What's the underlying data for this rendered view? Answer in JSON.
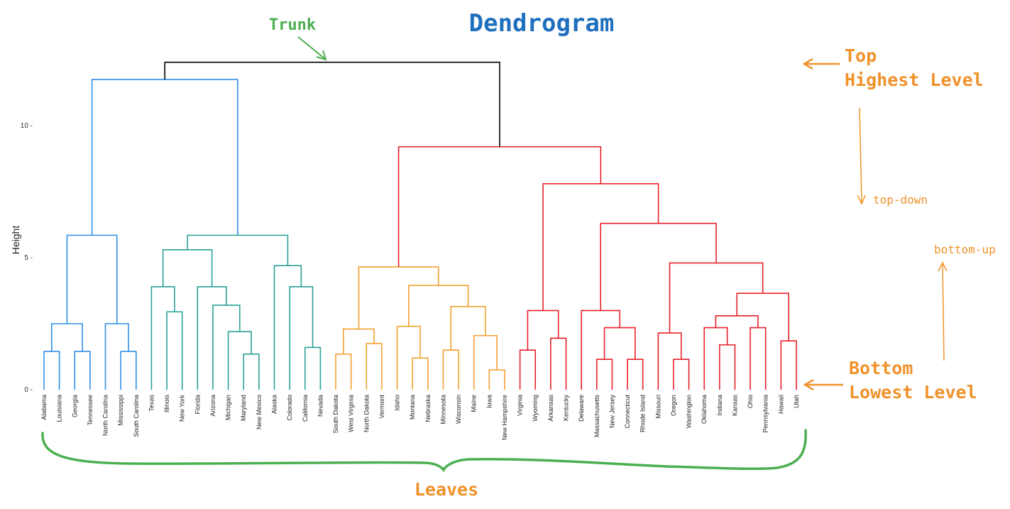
{
  "title": "Dendrogram",
  "annotations": {
    "trunk": "Trunk",
    "top": "Top",
    "highest_level": "Highest Level",
    "top_down": "top-down",
    "bottom_up": "bottom-up",
    "bottom": "Bottom",
    "lowest_level": "Lowest Level",
    "leaves": "Leaves"
  },
  "colors": {
    "title": "#1f6fbf",
    "green_annotation": "#4caf50",
    "orange_annotation": "#f0922a",
    "trunk_branch": "#000000",
    "cluster_blue": "#2f8fe6",
    "cluster_teal": "#2aa198",
    "cluster_orange": "#f4a030",
    "cluster_red": "#e8212a"
  },
  "chart_data": {
    "type": "dendrogram",
    "ylabel": "Height",
    "yticks": [
      0,
      5,
      10
    ],
    "ylim": [
      0,
      12.5
    ],
    "leaves": [
      "Alabama",
      "Louisiana",
      "Georgia",
      "Tennessee",
      "North Carolina",
      "Mississippi",
      "South Carolina",
      "Texas",
      "Illinois",
      "New York",
      "Florida",
      "Arizona",
      "Michigan",
      "Maryland",
      "New Mexico",
      "Alaska",
      "Colorado",
      "California",
      "Nevada",
      "South Dakota",
      "West Virginia",
      "North Dakota",
      "Vermont",
      "Idaho",
      "Montana",
      "Nebraska",
      "Minnesota",
      "Wisconsin",
      "Maine",
      "Iowa",
      "New Hampshire",
      "Virginia",
      "Wyoming",
      "Arkansas",
      "Kentucky",
      "Delaware",
      "Massachusetts",
      "New Jersey",
      "Connecticut",
      "Rhode Island",
      "Missouri",
      "Oregon",
      "Washington",
      "Oklahoma",
      "Indiana",
      "Kansas",
      "Ohio",
      "Pennsylvania",
      "Hawaii",
      "Utah"
    ],
    "merges": [
      {
        "a": "Alabama",
        "b": "Louisiana",
        "h": 1.45,
        "c": "blue"
      },
      {
        "a": "Georgia",
        "b": "Tennessee",
        "h": 1.45,
        "c": "blue"
      },
      {
        "a": 0,
        "b": 1,
        "h": 2.5,
        "c": "blue"
      },
      {
        "a": "Mississippi",
        "b": "South Carolina",
        "h": 1.45,
        "c": "blue"
      },
      {
        "a": "North Carolina",
        "b": 3,
        "h": 2.5,
        "c": "blue"
      },
      {
        "a": 2,
        "b": 4,
        "h": 5.85,
        "c": "blue"
      },
      {
        "a": "New York",
        "b": "Illinois",
        "h": 2.95,
        "c": "teal"
      },
      {
        "a": "Texas",
        "b": 6,
        "h": 3.9,
        "c": "teal"
      },
      {
        "a": "Maryland",
        "b": "New Mexico",
        "h": 1.35,
        "c": "teal"
      },
      {
        "a": "Michigan",
        "b": 8,
        "h": 2.2,
        "c": "teal"
      },
      {
        "a": "Arizona",
        "b": 9,
        "h": 3.2,
        "c": "teal"
      },
      {
        "a": "Florida",
        "b": 10,
        "h": 3.9,
        "c": "teal"
      },
      {
        "a": 7,
        "b": 11,
        "h": 5.3,
        "c": "teal"
      },
      {
        "a": "California",
        "b": "Nevada",
        "h": 1.6,
        "c": "teal"
      },
      {
        "a": "Colorado",
        "b": 13,
        "h": 3.9,
        "c": "teal"
      },
      {
        "a": "Alaska",
        "b": 14,
        "h": 4.7,
        "c": "teal"
      },
      {
        "a": 12,
        "b": 15,
        "h": 5.85,
        "c": "teal"
      },
      {
        "a": 5,
        "b": 16,
        "h": 11.75,
        "c": "blue"
      },
      {
        "a": "South Dakota",
        "b": "West Virginia",
        "h": 1.35,
        "c": "orange"
      },
      {
        "a": "North Dakota",
        "b": "Vermont",
        "h": 1.75,
        "c": "orange"
      },
      {
        "a": 18,
        "b": 19,
        "h": 2.3,
        "c": "orange"
      },
      {
        "a": "Montana",
        "b": "Nebraska",
        "h": 1.2,
        "c": "orange"
      },
      {
        "a": "Idaho",
        "b": 21,
        "h": 2.4,
        "c": "orange"
      },
      {
        "a": "Minnesota",
        "b": "Wisconsin",
        "h": 1.5,
        "c": "orange"
      },
      {
        "a": "Iowa",
        "b": "New Hampshire",
        "h": 0.75,
        "c": "orange"
      },
      {
        "a": "Maine",
        "b": 24,
        "h": 2.05,
        "c": "orange"
      },
      {
        "a": 23,
        "b": 25,
        "h": 3.15,
        "c": "orange"
      },
      {
        "a": 22,
        "b": 26,
        "h": 3.95,
        "c": "orange"
      },
      {
        "a": 20,
        "b": 27,
        "h": 4.65,
        "c": "orange"
      },
      {
        "a": "Virginia",
        "b": "Wyoming",
        "h": 1.5,
        "c": "red"
      },
      {
        "a": "Arkansas",
        "b": "Kentucky",
        "h": 1.95,
        "c": "red"
      },
      {
        "a": 29,
        "b": 30,
        "h": 3.0,
        "c": "red"
      },
      {
        "a": "Massachusetts",
        "b": "New Jersey",
        "h": 1.15,
        "c": "red"
      },
      {
        "a": "Connecticut",
        "b": "Rhode Island",
        "h": 1.15,
        "c": "red"
      },
      {
        "a": 32,
        "b": 33,
        "h": 2.35,
        "c": "red"
      },
      {
        "a": "Delaware",
        "b": 34,
        "h": 3.0,
        "c": "red"
      },
      {
        "a": "Oregon",
        "b": "Washington",
        "h": 1.15,
        "c": "red"
      },
      {
        "a": "Missouri",
        "b": 36,
        "h": 2.15,
        "c": "red"
      },
      {
        "a": "Indiana",
        "b": "Kansas",
        "h": 1.7,
        "c": "red"
      },
      {
        "a": "Oklahoma",
        "b": 38,
        "h": 2.35,
        "c": "red"
      },
      {
        "a": "Ohio",
        "b": "Pennsylvania",
        "h": 2.35,
        "c": "red"
      },
      {
        "a": 39,
        "b": 40,
        "h": 2.8,
        "c": "red"
      },
      {
        "a": "Hawaii",
        "b": "Utah",
        "h": 1.85,
        "c": "red"
      },
      {
        "a": 41,
        "b": 42,
        "h": 3.65,
        "c": "red"
      },
      {
        "a": 37,
        "b": 43,
        "h": 4.8,
        "c": "red"
      },
      {
        "a": 35,
        "b": 44,
        "h": 6.3,
        "c": "red"
      },
      {
        "a": 31,
        "b": 45,
        "h": 7.8,
        "c": "red"
      },
      {
        "a": 28,
        "b": 46,
        "h": 9.2,
        "c": "red"
      },
      {
        "a": 17,
        "b": 47,
        "h": 12.4,
        "c": "black"
      }
    ]
  }
}
